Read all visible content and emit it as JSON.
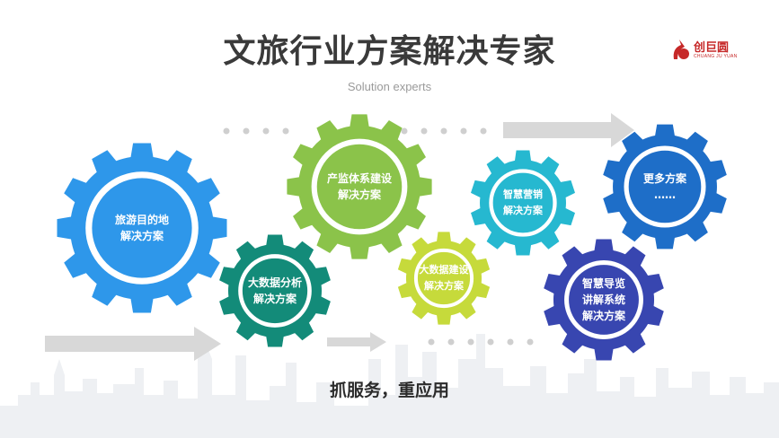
{
  "title": "文旅行业方案解决专家",
  "subtitle": "Solution experts",
  "logo": {
    "cn": "创巨圆",
    "en": "CHUANG JU YUAN"
  },
  "slogan": "抓服务，重应用",
  "gears": [
    {
      "id": "tourism",
      "line1": "旅游目的地",
      "line2": "解决方案",
      "color": "#2e97ea"
    },
    {
      "id": "bigdata-analysis",
      "line1": "大数据分析",
      "line2": "解决方案",
      "color": "#138b79"
    },
    {
      "id": "monitoring",
      "line1": "产监体系建设",
      "line2": "解决方案",
      "color": "#8bc34a"
    },
    {
      "id": "bigdata-build",
      "line1": "大数据建设",
      "line2": "解决方案",
      "color": "#c6da3b"
    },
    {
      "id": "smart-marketing",
      "line1": "智慧营销",
      "line2": "解决方案",
      "color": "#26b8d0"
    },
    {
      "id": "more",
      "line1": "更多方案",
      "line2": "……",
      "color": "#1e6ec8"
    },
    {
      "id": "smart-guide",
      "line1": "智慧导览",
      "line2": "讲解系统",
      "line3": "解决方案",
      "color": "#3846b0"
    }
  ],
  "colors": {
    "arrow": "#d8d8d8",
    "dots": "#cfcfcf",
    "city": "#eef0f3"
  }
}
